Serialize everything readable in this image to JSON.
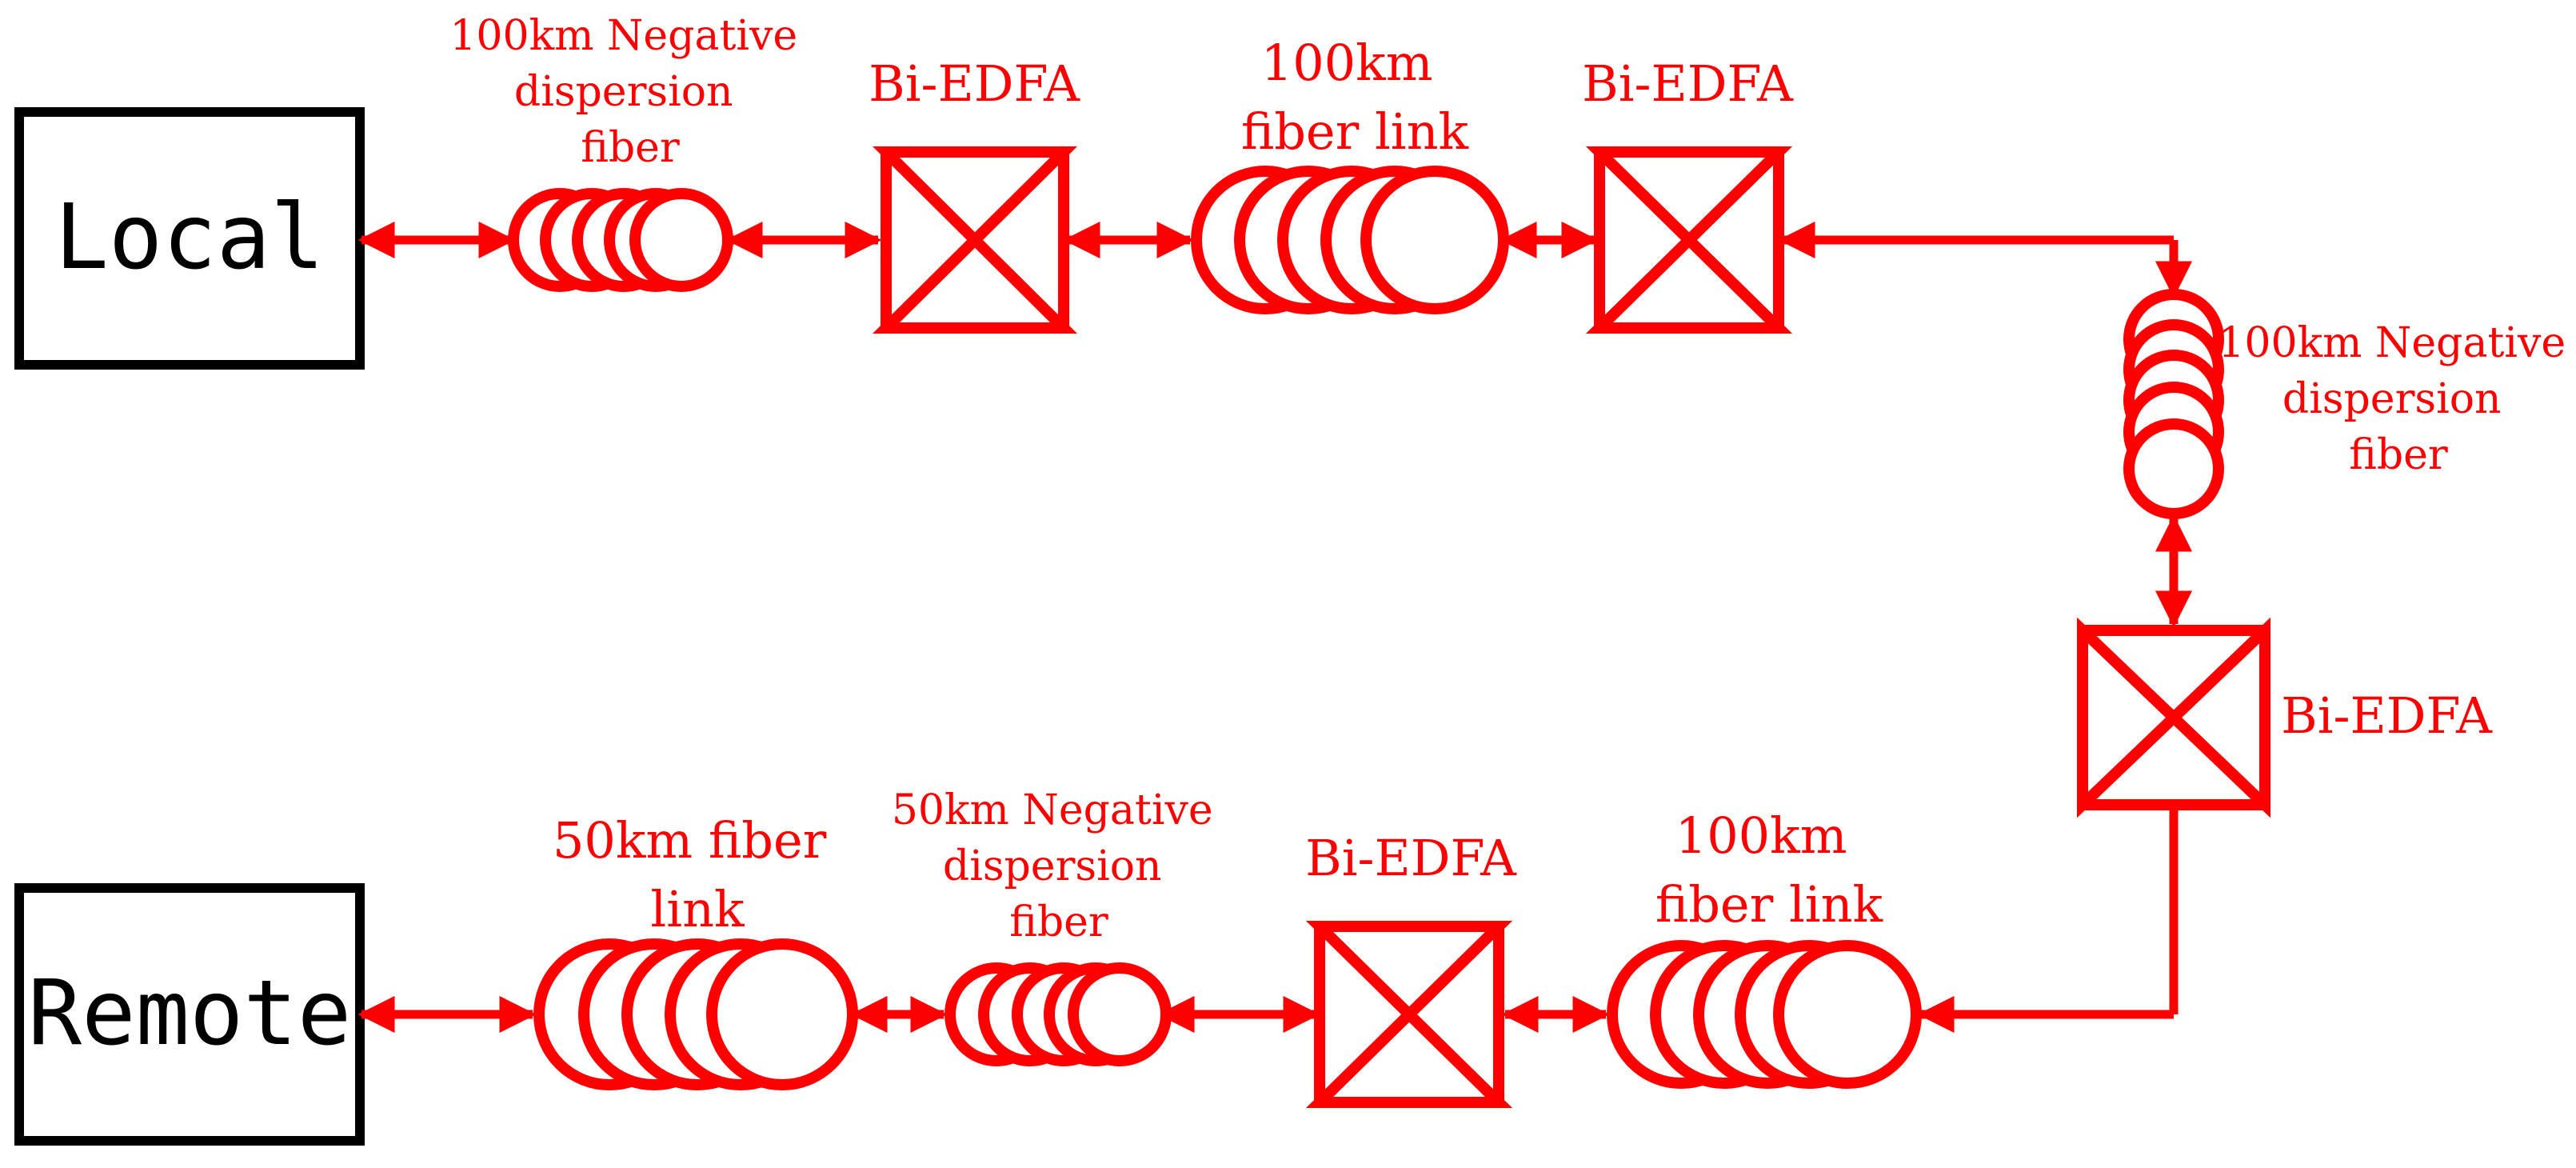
{
  "colors": {
    "link": "#ff0000",
    "node": "#000000",
    "background": "#ffffff"
  },
  "nodes": {
    "local": "Local",
    "remote": "Remote"
  },
  "labels": {
    "ndf_top": [
      "100km Negative",
      "dispersion",
      "fiber"
    ],
    "edfa_top_1": "Bi-EDFA",
    "link_top": [
      "100km",
      "fiber link"
    ],
    "edfa_top_2": "Bi-EDFA",
    "ndf_right": [
      "100km Negative",
      "dispersion",
      "fiber"
    ],
    "edfa_right": "Bi-EDFA",
    "link_bottom_right": [
      "100km",
      "fiber link"
    ],
    "edfa_bottom": "Bi-EDFA",
    "ndf_bottom": [
      "50km Negative",
      "dispersion",
      "fiber"
    ],
    "link_bottom_left": [
      "50km fiber",
      "link"
    ]
  }
}
